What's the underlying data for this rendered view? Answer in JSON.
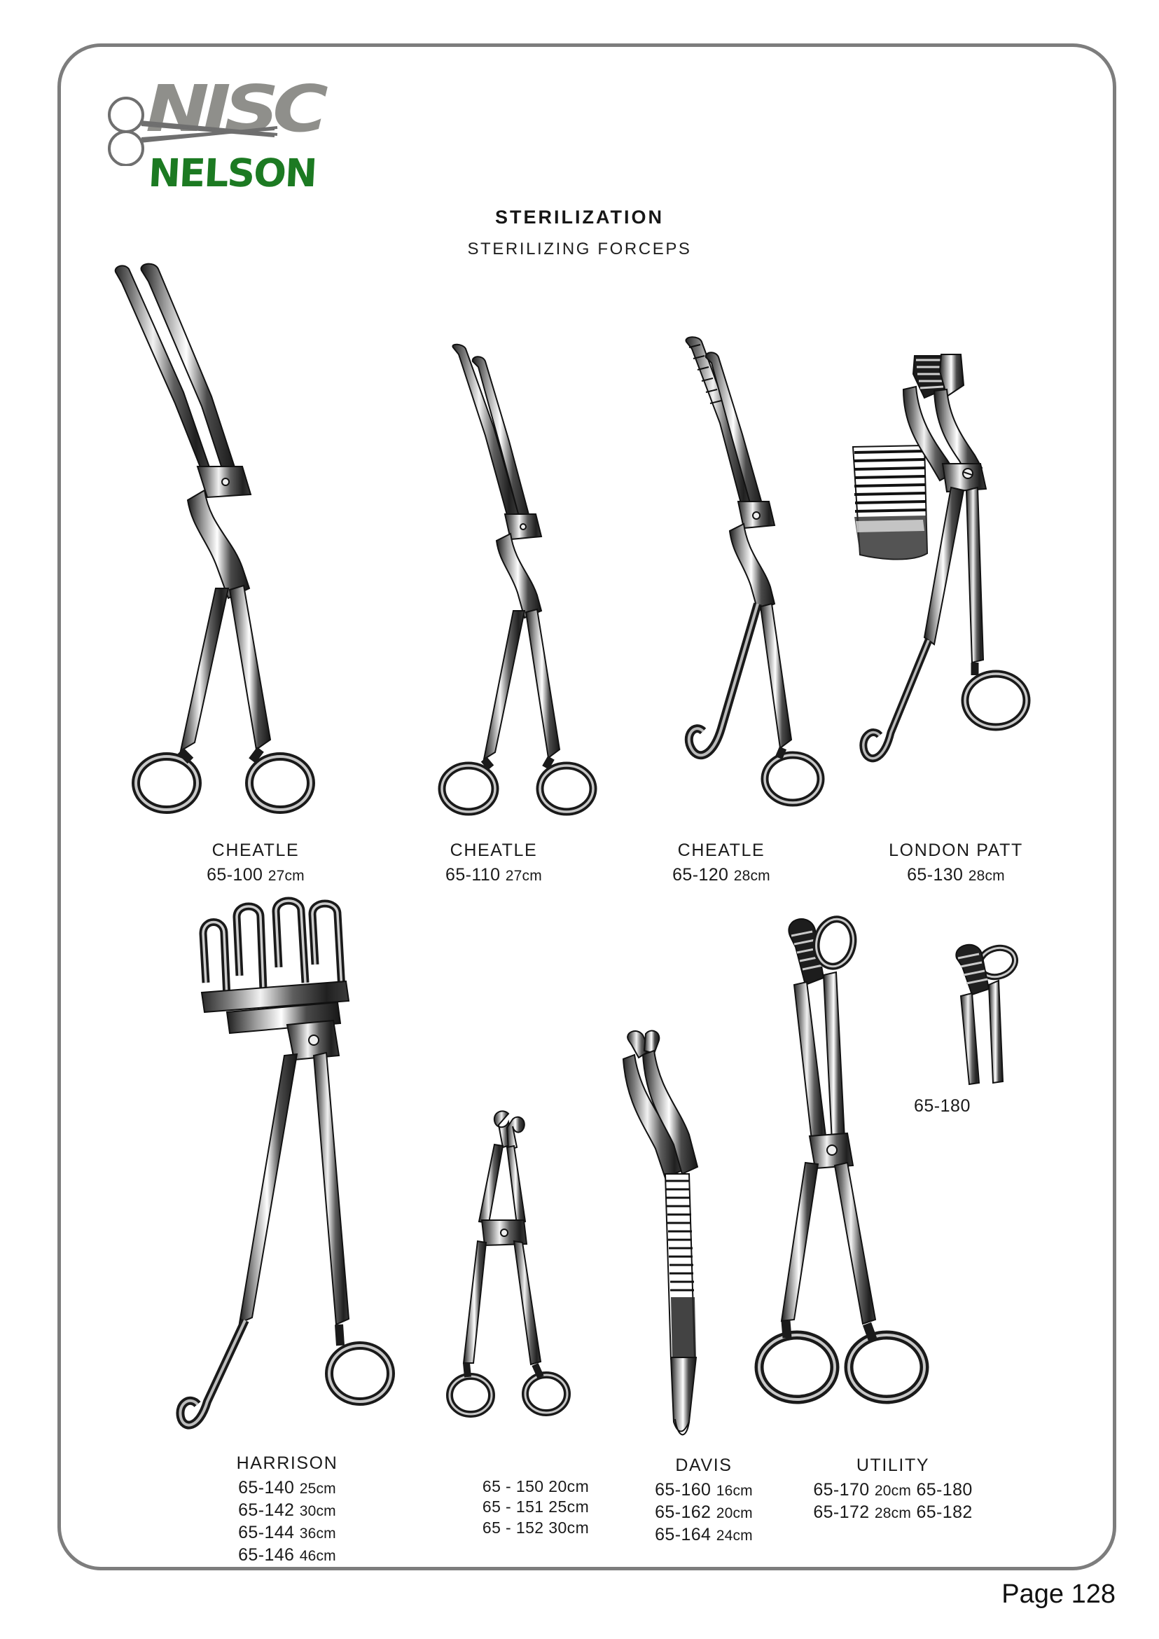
{
  "brand": {
    "wordmark": "NISC",
    "name": "NELSON",
    "name_color": "#1c7a22",
    "wordmark_color": "#8f8f8b",
    "scissors_icon": "scissors-icon"
  },
  "header": {
    "title": "STERILIZATION",
    "subtitle": "STERILIZING FORCEPS"
  },
  "footer": {
    "page_label": "Page 128"
  },
  "standalone_labels": [
    {
      "code": "65-180"
    }
  ],
  "products": [
    {
      "id": "cheatle-65-100",
      "name": "CHEATLE",
      "figure": "cheatle-straight-ring-forceps",
      "rows": [
        {
          "code": "65-100",
          "size": "27cm"
        }
      ]
    },
    {
      "id": "cheatle-65-110",
      "name": "CHEATLE",
      "figure": "cheatle-slim-ring-forceps",
      "rows": [
        {
          "code": "65-110",
          "size": "27cm"
        }
      ]
    },
    {
      "id": "cheatle-65-120",
      "name": "CHEATLE",
      "figure": "cheatle-hook-handle-forceps",
      "rows": [
        {
          "code": "65-120",
          "size": "28cm"
        }
      ]
    },
    {
      "id": "london-patt-65-130",
      "name": "LONDON PATT",
      "figure": "london-patt-forceps",
      "rows": [
        {
          "code": "65-130",
          "size": "28cm"
        }
      ]
    },
    {
      "id": "harrison-65-140",
      "name": "HARRISON",
      "figure": "harrison-prong-forceps",
      "rows": [
        {
          "code": "65-140",
          "size": "25cm"
        },
        {
          "code": "65-142",
          "size": "30cm"
        },
        {
          "code": "65-144",
          "size": "36cm"
        },
        {
          "code": "65-146",
          "size": "46cm"
        }
      ]
    },
    {
      "id": "series-65-150",
      "name": "",
      "figure": "small-sponge-forceps",
      "rows": [
        {
          "code": "65 - 150",
          "size": "20cm"
        },
        {
          "code": "65 - 151",
          "size": "25cm"
        },
        {
          "code": "65 - 152",
          "size": "30cm"
        }
      ]
    },
    {
      "id": "davis-65-160",
      "name": "DAVIS",
      "figure": "davis-thumb-forceps",
      "rows": [
        {
          "code": "65-160",
          "size": "16cm"
        },
        {
          "code": "65-162",
          "size": "20cm"
        },
        {
          "code": "65-164",
          "size": "24cm"
        }
      ]
    },
    {
      "id": "utility-65-170",
      "name": "UTILITY",
      "figure": "utility-ring-forceps",
      "rows": [
        {
          "code": "65-170",
          "size": "20cm",
          "alt_code": "65-180"
        },
        {
          "code": "65-172",
          "size": "28cm",
          "alt_code": "65-182"
        }
      ]
    }
  ]
}
